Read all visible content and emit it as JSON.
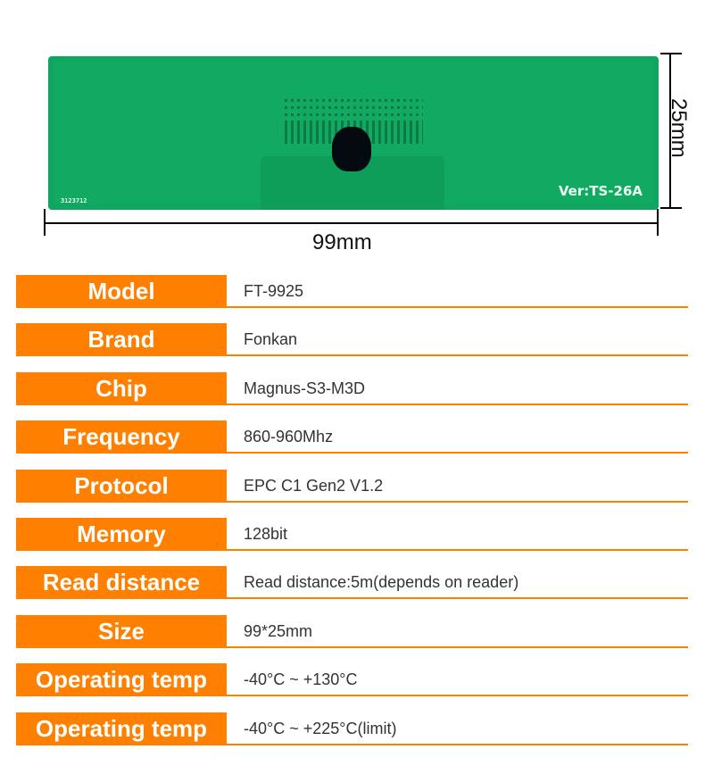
{
  "product_image": {
    "serial": "3123712",
    "version": "Ver:TS-26A",
    "width_label": "99mm",
    "height_label": "25mm"
  },
  "specs": [
    {
      "label": "Model",
      "value": "FT-9925"
    },
    {
      "label": "Brand",
      "value": "Fonkan"
    },
    {
      "label": "Chip",
      "value": "Magnus-S3-M3D"
    },
    {
      "label": "Frequency",
      "value": "860-960Mhz"
    },
    {
      "label": "Protocol",
      "value": "EPC C1 Gen2 V1.2"
    },
    {
      "label": "Memory",
      "value": "128bit"
    },
    {
      "label": "Read distance",
      "value": "Read distance:5m(depends on reader)"
    },
    {
      "label": "Size",
      "value": "99*25mm"
    },
    {
      "label": "Operating temp",
      "value": "-40°C ~ +130°C"
    },
    {
      "label": "Operating temp",
      "value": "-40°C ~ +225°C(limit)"
    }
  ],
  "colors": {
    "accent": "#ff7f00",
    "pcb": "#12aa63"
  }
}
